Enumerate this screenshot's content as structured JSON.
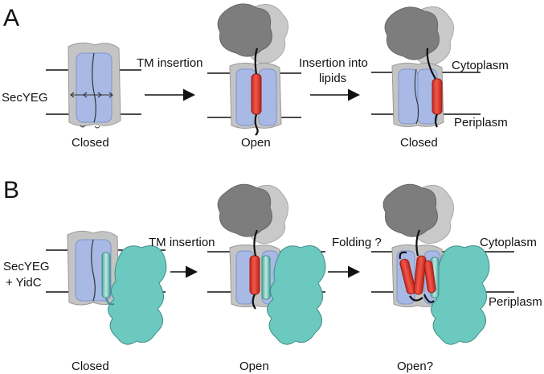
{
  "panels": [
    {
      "letter": "A",
      "left_label": "SecYEG",
      "arrow1_label": "TM insertion",
      "arrow2_label_line1": "Insertion into",
      "arrow2_label_line2": "lipids",
      "states": [
        "Closed",
        "Open",
        "Closed"
      ],
      "membrane_top_label": "Cytoplasm",
      "membrane_bottom_label": "Periplasm"
    },
    {
      "letter": "B",
      "left_label_line1": "SecYEG",
      "left_label_line2": "+ YidC",
      "arrow1_label": "TM insertion",
      "arrow2_label": "Folding ?",
      "states": [
        "Closed",
        "Open",
        "Open?"
      ],
      "membrane_top_label": "Cytoplasm",
      "membrane_bottom_label": "Periplasm"
    }
  ],
  "colors": {
    "channel_gray": "#c4c4c4",
    "channel_blue": "#a7b9e4",
    "helix_red": "#e8463a",
    "yidc_teal": "#6cc9c0",
    "ribosome_dark": "#7d7d7d",
    "ribosome_light": "#c9c9c9"
  }
}
